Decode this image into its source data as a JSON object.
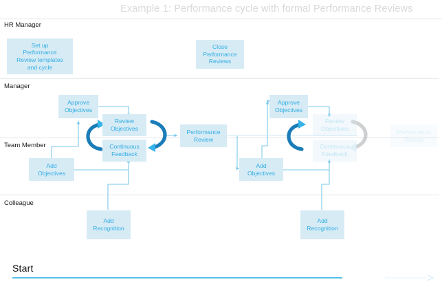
{
  "title": "Example 1: Performance cycle with formal Performance Reviews",
  "colors": {
    "box_fill": "#d7ebf5",
    "box_text": "#31aee4",
    "arrow_dark": "#1a7cb8",
    "arrow_light": "#36b3e8",
    "connector": "#7ac8ea",
    "lane_divider": "#e2e6e8",
    "title_text": "#d9d9d9",
    "timeline": "#4fc0ee"
  },
  "lanes": [
    {
      "label": "HR Manager"
    },
    {
      "label": "Manager"
    },
    {
      "label": "Team Member"
    },
    {
      "label": "Colleague"
    }
  ],
  "boxes": {
    "setup_review_templates": {
      "lines": [
        "Set up",
        "Performance",
        "Review templates",
        "and cycle"
      ]
    },
    "close_performance_reviews": {
      "lines": [
        "Close",
        "Performance",
        "Reviews"
      ]
    },
    "approve_objectives_1": {
      "lines": [
        "Approve",
        "Objectives"
      ]
    },
    "review_objectives_1": {
      "lines": [
        "Review",
        "Objectives"
      ]
    },
    "continuous_feedback_1": {
      "lines": [
        "Continuous",
        "Feedback"
      ]
    },
    "performance_review_1": {
      "lines": [
        "Performance",
        "Review"
      ]
    },
    "add_objectives_1": {
      "lines": [
        "Add",
        "Objectives"
      ]
    },
    "add_recognition_1": {
      "lines": [
        "Add",
        "Recognition"
      ]
    },
    "approve_objectives_2": {
      "lines": [
        "Approve",
        "Objectives"
      ]
    },
    "review_objectives_2": {
      "lines": [
        "Review",
        "Objectives"
      ]
    },
    "continuous_feedback_2": {
      "lines": [
        "Continuous",
        "Feedback"
      ]
    },
    "performance_review_2": {
      "lines": [
        "Performance",
        "Review"
      ]
    },
    "add_objectives_2": {
      "lines": [
        "Add",
        "Objectives"
      ]
    },
    "add_recognition_2": {
      "lines": [
        "Add",
        "Recognition"
      ]
    }
  },
  "timeline": {
    "start_label": "Start"
  }
}
